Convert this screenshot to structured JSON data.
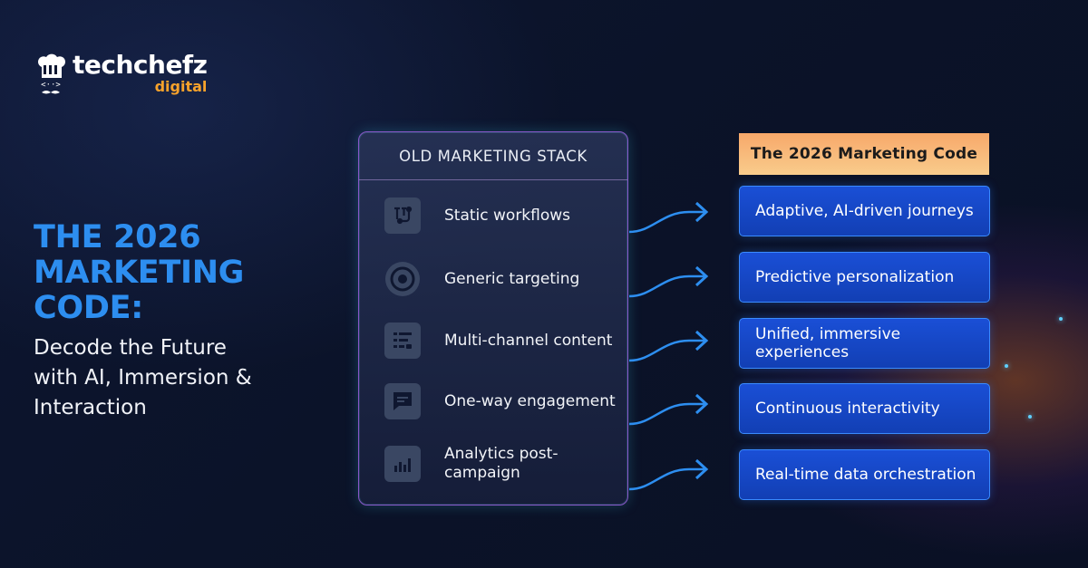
{
  "brand": {
    "name": "techchefz",
    "sub": "digital"
  },
  "headline": {
    "line1": "THE 2026",
    "line2": "MARKETING CODE:",
    "sub1": "Decode the Future",
    "sub2": "with AI, Immersion &",
    "sub3": "Interaction"
  },
  "old_stack": {
    "title": "OLD MARKETING STACK",
    "items": [
      {
        "label": "Static workflows",
        "icon": "workflow-icon"
      },
      {
        "label": "Generic targeting",
        "icon": "target-icon"
      },
      {
        "label": "Multi-channel content",
        "icon": "content-list-icon"
      },
      {
        "label": "One-way engagement",
        "icon": "chat-bubble-icon"
      },
      {
        "label": "Analytics post-campaign",
        "icon": "bar-chart-icon"
      }
    ]
  },
  "new_code": {
    "title": "The 2026 Marketing Code",
    "items": [
      "Adaptive, AI-driven journeys",
      "Predictive personalization",
      "Unified, immersive experiences",
      "Continuous interactivity",
      "Real-time data orchestration"
    ]
  },
  "colors": {
    "accent_blue": "#2d8ef0",
    "brand_orange": "#f7a22b",
    "card_blue": "#1a4fd6"
  }
}
